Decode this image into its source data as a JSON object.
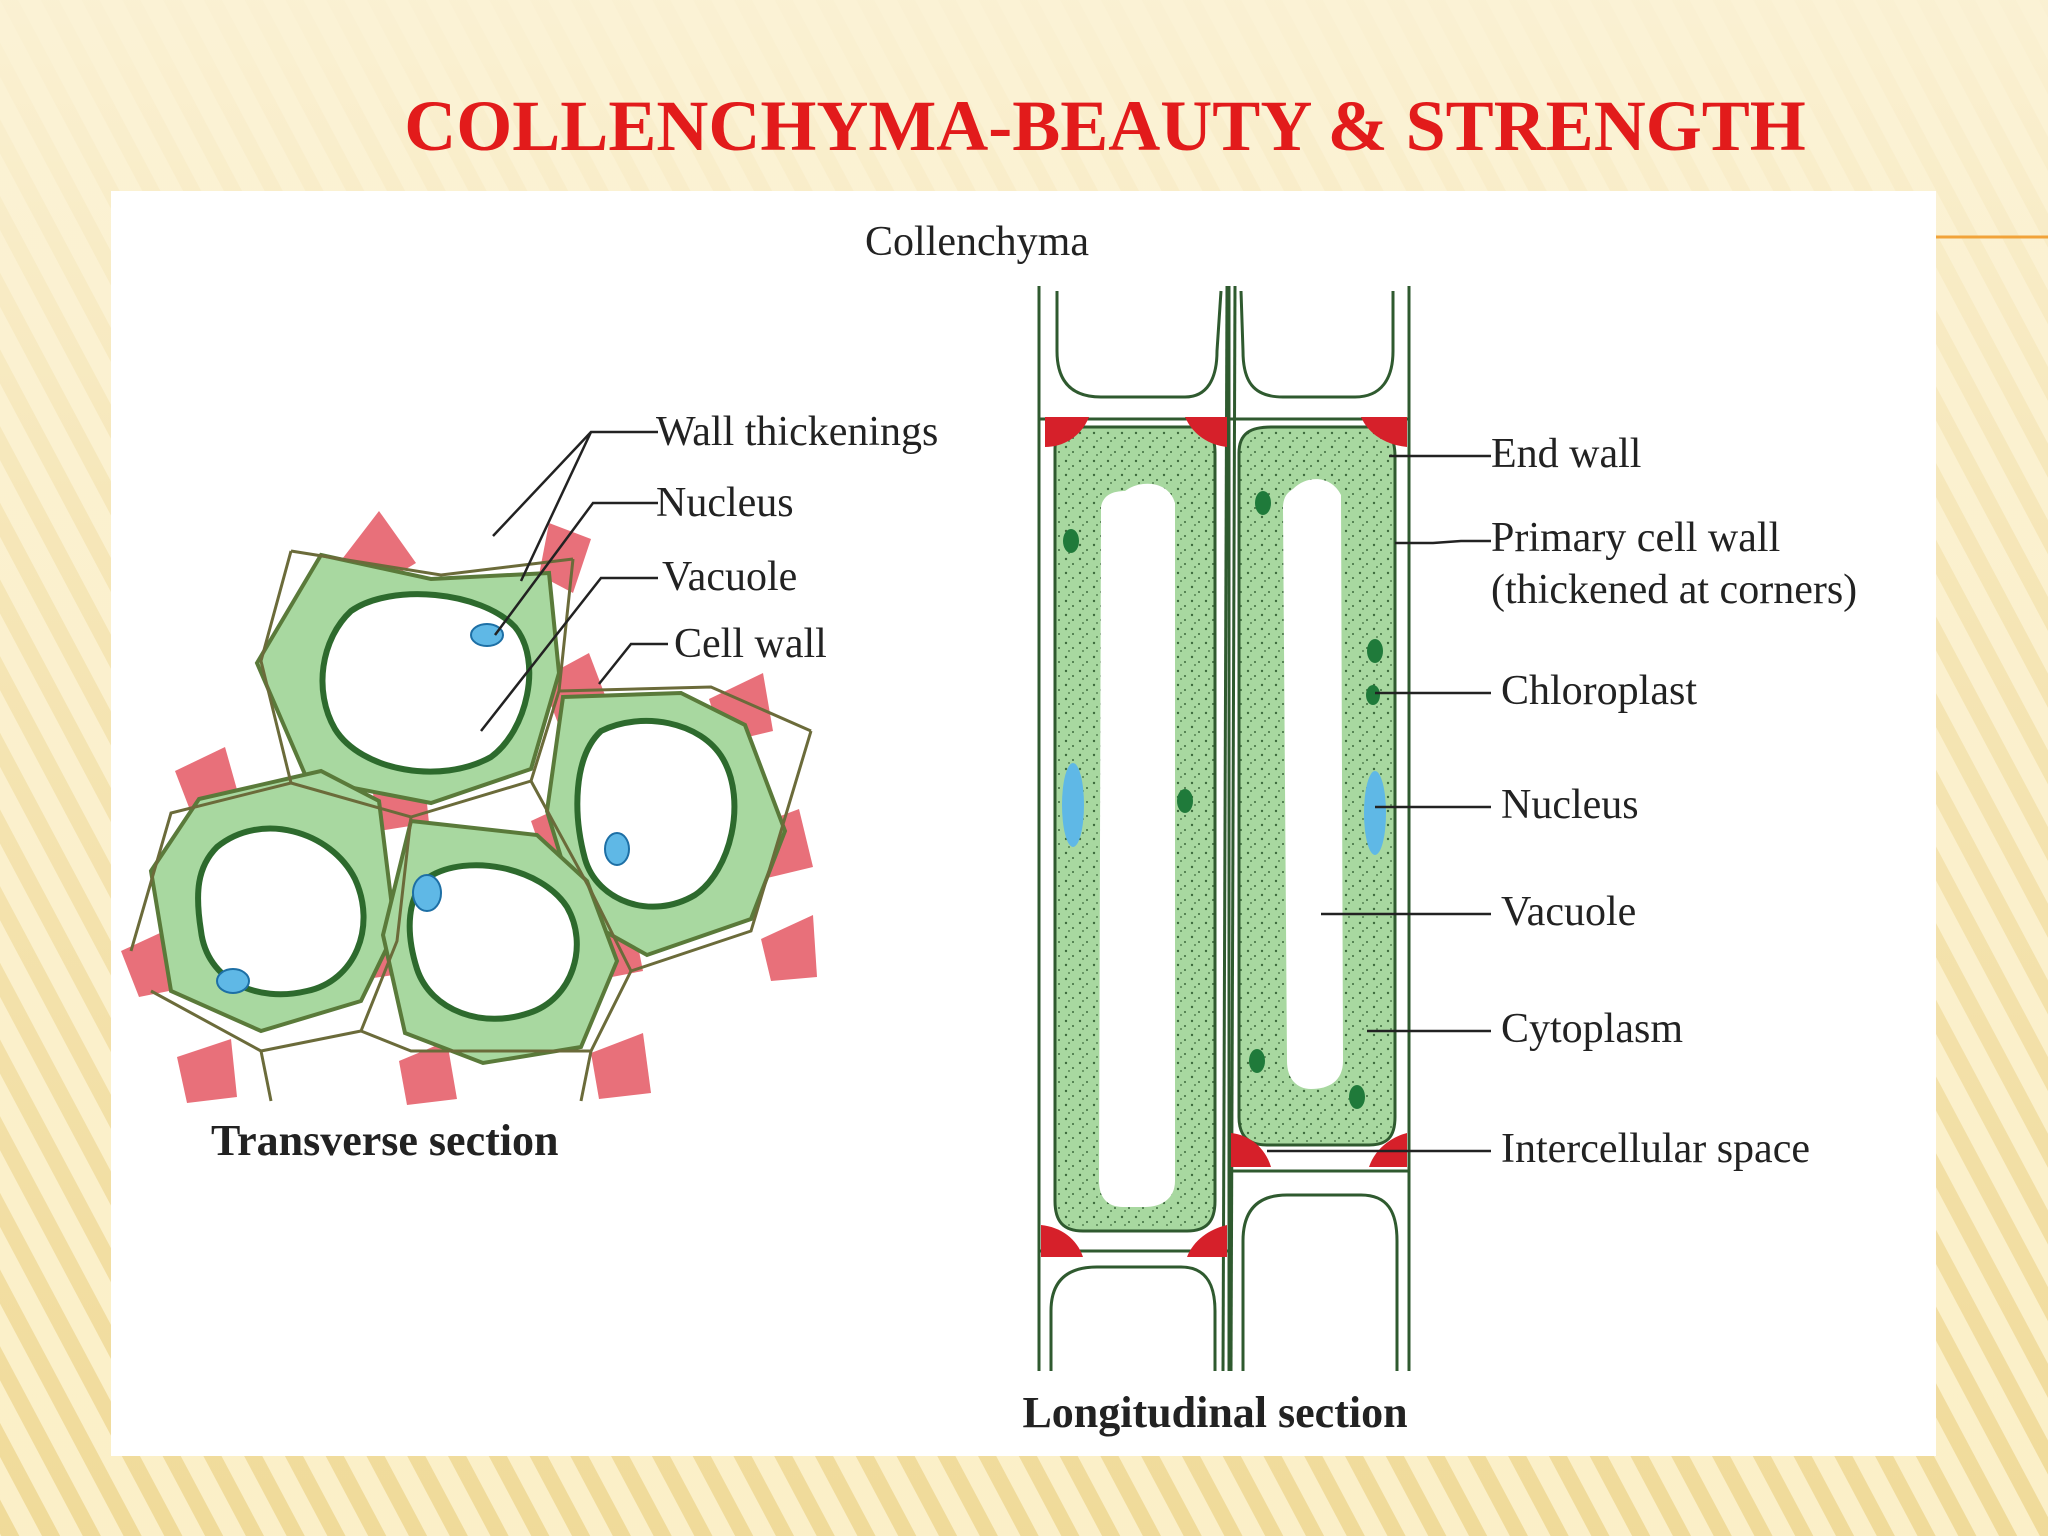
{
  "slide": {
    "title": "COLLENCHYMA-BEAUTY & STRENGTH"
  },
  "colors": {
    "title_red": "#e21b1b",
    "background_cream": "#fbefc6",
    "stripe_gold": "#e2c16a",
    "accent_orange": "#f1a33a",
    "cell_wall_thickening": "#e8707a",
    "end_wall_thickening": "#d6202a",
    "cytoplasm_green": "#a8d8a0",
    "nucleus_blue": "#5fb8e6",
    "chloroplast_green": "#1f7a3a"
  },
  "diagram": {
    "heading": "Collenchyma",
    "transverse": {
      "caption": "Transverse section",
      "labels": {
        "wall_thickenings": "Wall thickenings",
        "nucleus": "Nucleus",
        "vacuole": "Vacuole",
        "cell_wall": "Cell wall"
      }
    },
    "longitudinal": {
      "caption": "Longitudinal section",
      "labels": {
        "end_wall": "End wall",
        "primary_cell_wall_line1": "Primary cell wall",
        "primary_cell_wall_line2": "(thickened at corners)",
        "chloroplast": "Chloroplast",
        "nucleus": "Nucleus",
        "vacuole": "Vacuole",
        "cytoplasm": "Cytoplasm",
        "intercellular_space": "Intercellular space"
      }
    }
  }
}
